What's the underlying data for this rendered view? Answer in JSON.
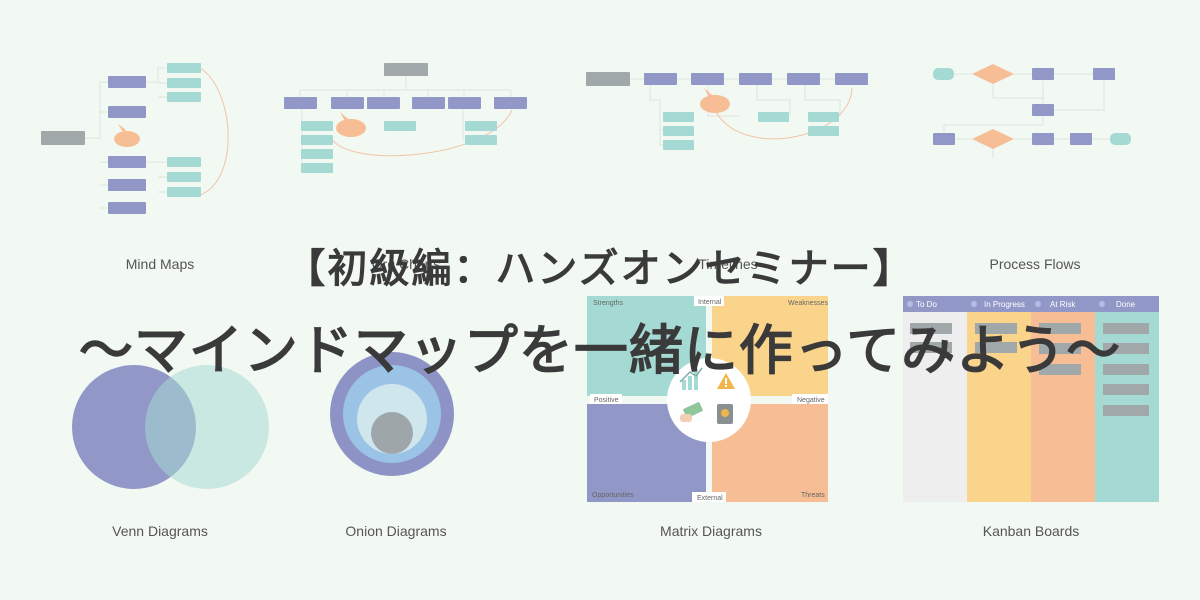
{
  "colors": {
    "background": "#f2f8f2",
    "purple": "#9198c8",
    "teal": "#a5dad4",
    "gray": "#a0a8aa",
    "orange": "#f7bd95",
    "yellow": "#fbd48b",
    "light_gray": "#eeeeee",
    "line": "#dfe6df",
    "curve": "#f3c4a8"
  },
  "captions": {
    "mind_maps": "Mind Maps",
    "org_charts": "Org Charts",
    "timelines": "Timelines",
    "process_flows": "Process Flows",
    "venn": "Venn Diagrams",
    "onion": "Onion Diagrams",
    "matrix": "Matrix Diagrams",
    "kanban": "Kanban Boards"
  },
  "matrix": {
    "strengths": "Strengths",
    "weaknesses": "Weaknesses",
    "opportunities": "Opportunities",
    "threats": "Threats",
    "internal": "Internal",
    "external": "External",
    "positive": "Positive",
    "negative": "Negative"
  },
  "kanban": {
    "columns": [
      "To Do",
      "In Progress",
      "At Risk",
      "Done"
    ]
  },
  "overlay": {
    "line1": "【初級編：ハンズオンセミナー】",
    "line2": "〜マインドマップを一緒に作ってみよう〜"
  }
}
